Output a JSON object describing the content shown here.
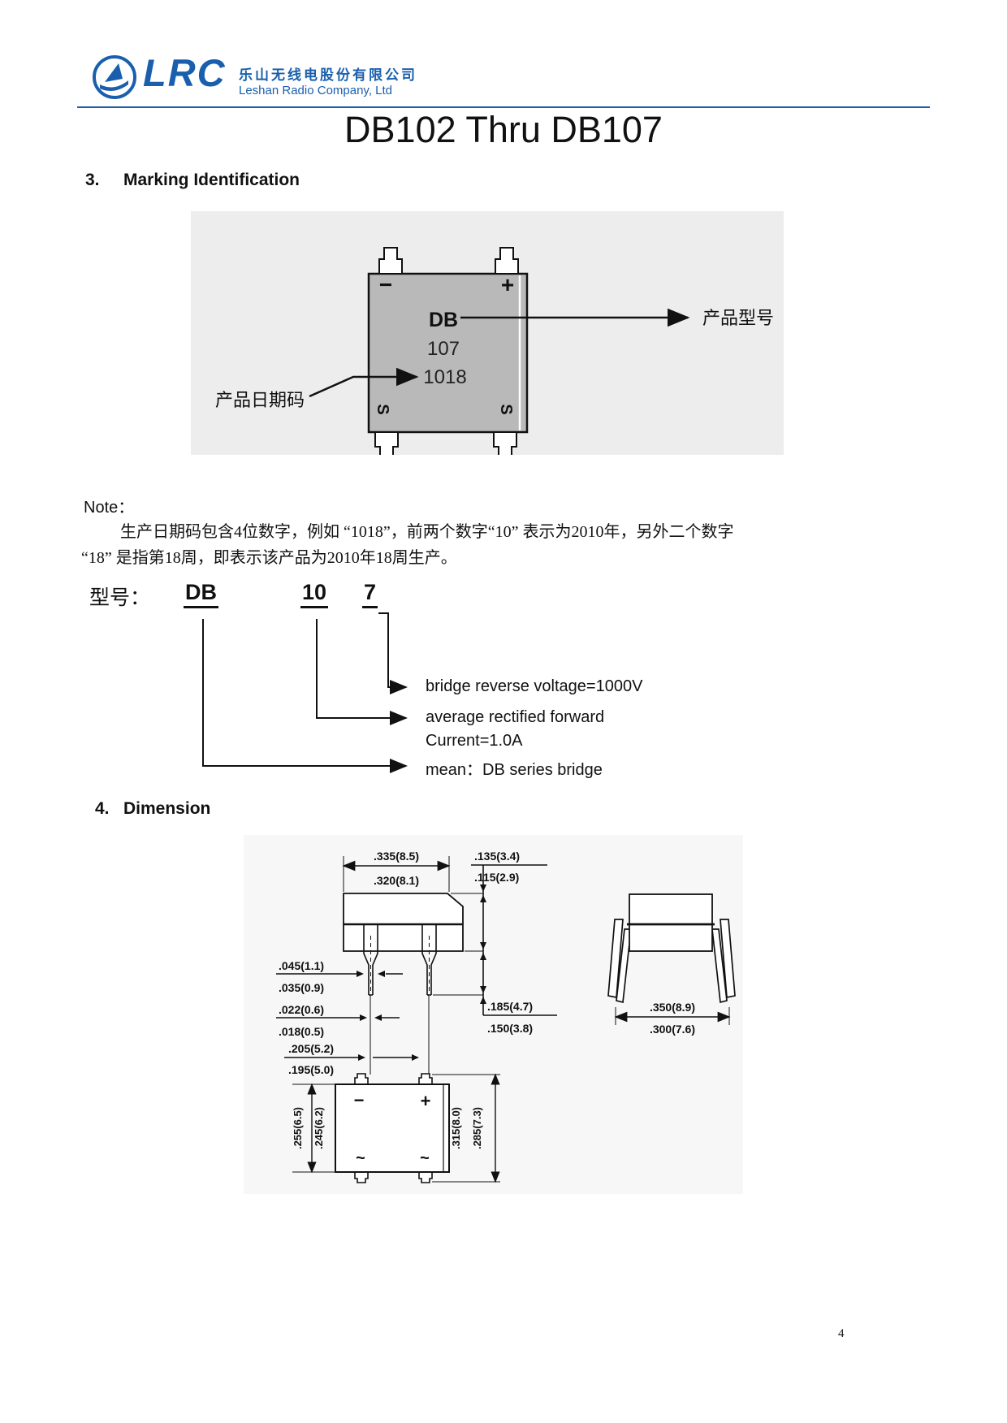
{
  "header": {
    "logo_text": "LRC",
    "company_cn": "乐山无线电股份有限公司",
    "company_en": "Leshan Radio Company, Ltd"
  },
  "title": "DB102 Thru DB107",
  "marking": {
    "section_no": "3.",
    "section_title": "Marking Identification",
    "pkg": {
      "minus": "−",
      "plus": "+",
      "line1": "DB",
      "line2": "107",
      "line3": "1018",
      "ac": "S"
    },
    "label_model": "产品型号",
    "label_datecode": "产品日期码",
    "note_label": "Note：",
    "note_line1": "生产日期码包含4位数字，例如 “1018”，前两个数字“10” 表示为2010年，另外二个数字",
    "note_line2": "“18” 是指第18周，即表示该产品为2010年18周生产。",
    "model_label": "型号：",
    "model_db": "DB",
    "model_10": "10",
    "model_7": "7",
    "exp_voltage": "bridge reverse voltage=1000V",
    "exp_current_1": "average rectified forward",
    "exp_current_2": "Current=1.0A",
    "exp_mean": "mean：DB series bridge"
  },
  "dimension": {
    "section_no": "4.",
    "section_title": "Dimension",
    "front": {
      "top_max": ".335(8.5)",
      "top_min": ".320(8.1)",
      "h_max": ".135(3.4)",
      "h_min": ".115(2.9)",
      "lw1_max": ".045(1.1)",
      "lw1_min": ".035(0.9)",
      "lw2_max": ".022(0.6)",
      "lw2_min": ".018(0.5)",
      "ll_max": ".185(4.7)",
      "ll_min": ".150(3.8)",
      "pitch_max": ".205(5.2)",
      "pitch_min": ".195(5.0)"
    },
    "bottom": {
      "w_max": ".255(6.5)",
      "w_min": ".245(6.2)",
      "h_max": ".315(8.0)",
      "h_min": ".285(7.3)",
      "minus": "−",
      "plus": "+",
      "ac": "~"
    },
    "side": {
      "w_max": ".350(8.9)",
      "w_min": ".300(7.6)"
    }
  },
  "page_number": "4"
}
